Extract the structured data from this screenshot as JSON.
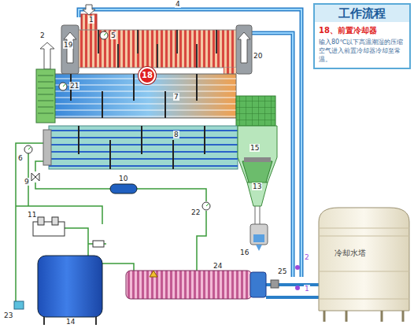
{
  "diagram": {
    "nodes": [
      {
        "text": [
          "工作流程"
        ]
      },
      {
        "text": [
          "18、前置冷却器",
          "输入80℃以下高温潮湿的压缩空气进入前置冷却器冷却至常温。"
        ],
        "in": 0
      },
      {
        "text": [
          "18"
        ]
      },
      {
        "text": [
          "冷却水塔"
        ]
      }
    ],
    "labels": [
      "1",
      "4",
      "5",
      "19",
      "20",
      "2",
      "21",
      "7",
      "8",
      "15",
      "13",
      "6",
      "9",
      "10",
      "22",
      "11",
      "16",
      "23",
      "14",
      "24",
      "25",
      "2",
      "1"
    ]
  }
}
